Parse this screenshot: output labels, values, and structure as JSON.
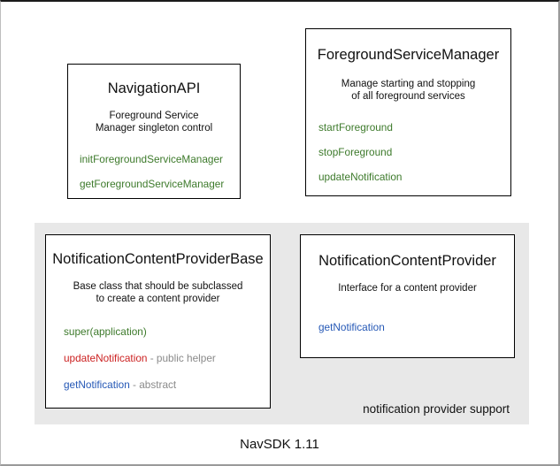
{
  "diagram": {
    "footer_caption": "NavSDK 1.11",
    "group": {
      "label": "notification provider support"
    },
    "boxes": [
      {
        "title": "NavigationAPI",
        "description": "Foreground Service\nManager singleton control",
        "members": [
          {
            "name": "initForegroundServiceManager",
            "note": "",
            "color": "green"
          },
          {
            "name": "getForegroundServiceManager",
            "note": "",
            "color": "green"
          }
        ]
      },
      {
        "title": "ForegroundServiceManager",
        "description": "Manage starting and stopping\nof all foreground services",
        "members": [
          {
            "name": "startForeground",
            "note": "",
            "color": "green"
          },
          {
            "name": "stopForeground",
            "note": "",
            "color": "green"
          },
          {
            "name": "updateNotification",
            "note": "",
            "color": "green"
          }
        ]
      },
      {
        "title": "NotificationContentProviderBase",
        "description": "Base class that should be subclassed\nto create a content provider",
        "members": [
          {
            "name": "super(application)",
            "note": "",
            "color": "green"
          },
          {
            "name": "updateNotification",
            "note": " - public helper",
            "color": "red"
          },
          {
            "name": "getNotification",
            "note": " - abstract",
            "color": "blue"
          }
        ]
      },
      {
        "title": "NotificationContentProvider",
        "description": "Interface for a content provider",
        "members": [
          {
            "name": "getNotification",
            "note": "",
            "color": "blue"
          }
        ]
      }
    ],
    "colors": {
      "green": "#3d7a2b",
      "red": "#cc2222",
      "blue": "#2558b6",
      "note_gray": "#8a8a8a",
      "panel_gray": "#e8e8e8",
      "box_border": "#000000",
      "text": "#111111"
    }
  }
}
